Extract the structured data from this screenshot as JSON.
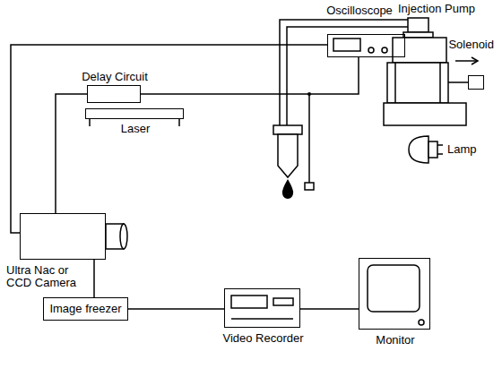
{
  "diagram": {
    "nodes": [
      {
        "text": [
          "Oscilloscope"
        ]
      },
      {
        "text": [
          "Injection Pump"
        ]
      },
      {
        "text": [
          "Solenoid"
        ]
      },
      {
        "text": [
          "Delay Circuit"
        ]
      },
      {
        "text": [
          "Laser"
        ]
      },
      {
        "text": [
          "Lamp"
        ]
      },
      {
        "text": [
          "Ultra Nac or CCD Camera"
        ]
      },
      {
        "text": [
          "Image freezer"
        ]
      },
      {
        "text": [
          "Video Recorder"
        ]
      },
      {
        "text": [
          "Monitor"
        ]
      }
    ],
    "edges": [
      {
        "from": 3,
        "to": 0,
        "arrow": "none"
      },
      {
        "from": 1,
        "to": 2,
        "arrow": "none"
      },
      {
        "from": 6,
        "to": 0,
        "arrow": "none"
      },
      {
        "from": 3,
        "to": 6,
        "arrow": "none"
      },
      {
        "from": 6,
        "to": 7,
        "arrow": "none"
      },
      {
        "from": 7,
        "to": 8,
        "arrow": "none"
      },
      {
        "from": 8,
        "to": 9,
        "arrow": "none"
      }
    ]
  }
}
